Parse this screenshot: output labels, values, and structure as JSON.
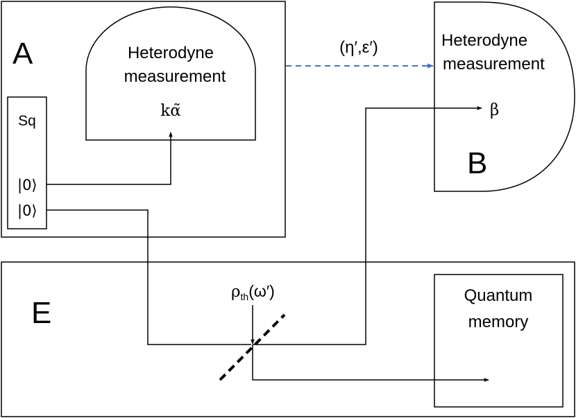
{
  "panels": {
    "a": {
      "letter": "A",
      "sq_label": "Sq",
      "ket_top": "|0⟩",
      "ket_bottom": "|0⟩"
    },
    "b": {
      "letter": "B"
    },
    "e": {
      "letter": "E"
    }
  },
  "detectors": {
    "a": {
      "line1": "Heterodyne",
      "line2": "measurement",
      "output": "kα̃"
    },
    "b": {
      "line1": "Heterodyne",
      "line2": "measurement",
      "output": "β"
    }
  },
  "channel": {
    "label": "(η′,ε′)",
    "color": "#4472c4"
  },
  "thermal": {
    "rho": "ρ",
    "sub": "th",
    "arg": "(ω′)"
  },
  "memory": {
    "line1": "Quantum",
    "line2": "memory"
  }
}
